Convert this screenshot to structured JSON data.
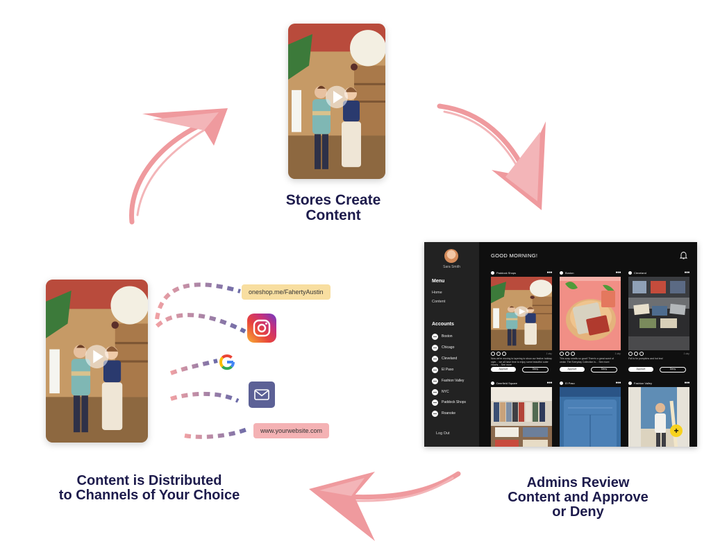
{
  "steps": {
    "create": "Stores Create\nContent",
    "review": "Admins Review\nContent and Approve\nor Deny",
    "distribute": "Content is Distributed\nto Channels of Your Choice"
  },
  "channels": {
    "shop_link": "oneshop.me/FahertyAustin",
    "instagram_icon": "instagram-icon",
    "google_icon": "google-icon",
    "email_icon": "mail-icon",
    "website_link": "www.yourwebsite.com"
  },
  "colors": {
    "caption": "#1d1b4c",
    "arrow": "#ef9a9e",
    "chip_yellow": "#f8dea0",
    "chip_pink": "#f4b2b4",
    "mail_tile": "#5c6196"
  },
  "dashboard": {
    "user_name": "Sara Smith",
    "greeting": "GOOD MORNING!",
    "menu_heading": "Menu",
    "menu_items": [
      "Home",
      "Content"
    ],
    "accounts_heading": "Accounts",
    "accounts": [
      "Boston",
      "Chicago",
      "Cleveland",
      "El Paso",
      "Fashion Valley",
      "NYC",
      "Paddock Shops",
      "Roanoke"
    ],
    "logout": "Log Out",
    "approve_label": "Approve",
    "deny_label": "Deny",
    "posts": [
      {
        "store": "Paddock Shops",
        "caption": "Now we're moving to layering to show our festive holiday style… we all have time to enjoy some beautiful outer Hearts… See more",
        "age": "1 day",
        "image": "store-video"
      },
      {
        "store": "Boston",
        "caption": "This soap smells so good! There's a great scent of cedar. The Everyday Collection is… See more",
        "age": "1 day",
        "image": "soap"
      },
      {
        "store": "Cleveland",
        "caption": "Fall is for pumpkins and hot tea!",
        "age": "1 day",
        "image": "shirts-table"
      },
      {
        "store": "Deerfield Square",
        "image": "clothing-racks"
      },
      {
        "store": "El Paso",
        "image": "shorts"
      },
      {
        "store": "Fashion Valley",
        "image": "surfer"
      }
    ]
  }
}
